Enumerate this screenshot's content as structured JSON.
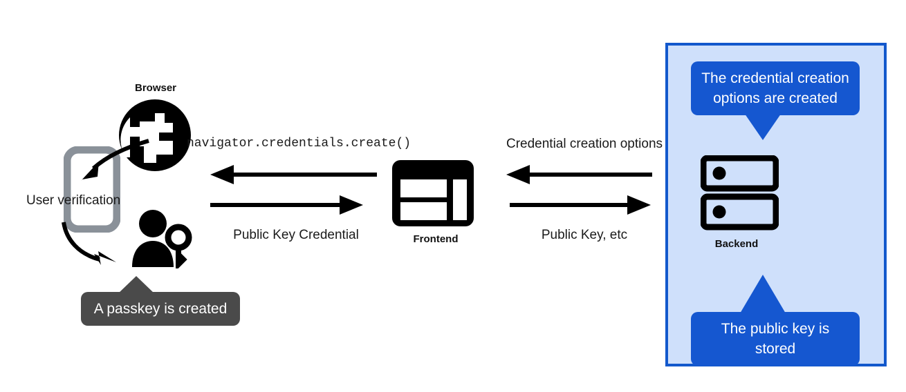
{
  "diagram": {
    "title": "Passkey creation flow (WebAuthn registration)",
    "nodes": {
      "browser": {
        "label": "Browser",
        "icon": "globe-icon"
      },
      "device": {
        "label": "",
        "icon": "mobile-phone-icon"
      },
      "user": {
        "label": "",
        "icon": "user-with-key-icon"
      },
      "frontend": {
        "label": "Frontend",
        "icon": "web-layout-icon"
      },
      "backend": {
        "label": "Backend",
        "icon": "server-stack-icon"
      }
    },
    "flows": {
      "browser_frontend_top": {
        "label": "navigator.credentials.create()",
        "direction": "left",
        "style": "monospace"
      },
      "browser_frontend_bottom": {
        "label": "Public Key Credential",
        "direction": "right",
        "style": "sans"
      },
      "frontend_backend_top": {
        "label": "Credential creation options",
        "direction": "left",
        "style": "sans"
      },
      "frontend_backend_bottom": {
        "label": "Public Key, etc",
        "direction": "right",
        "style": "sans"
      }
    },
    "annotations": {
      "user_verification": "User verification",
      "passkey_created": "A passkey is created",
      "credential_options_created": "The credential creation\noptions are created",
      "public_key_stored": "The public key is\nstored"
    },
    "region": {
      "name": "backend-region",
      "fill": "#cfe0fb",
      "border": "#1258cc"
    },
    "colors": {
      "callout_blue": "#1557d0",
      "callout_dark": "#4a4a4a",
      "region_fill": "#cfe0fb",
      "region_border": "#1258cc",
      "icon_black": "#000000",
      "icon_gray": "#8a9199",
      "text": "#1a1a1a",
      "background": "#ffffff"
    }
  }
}
